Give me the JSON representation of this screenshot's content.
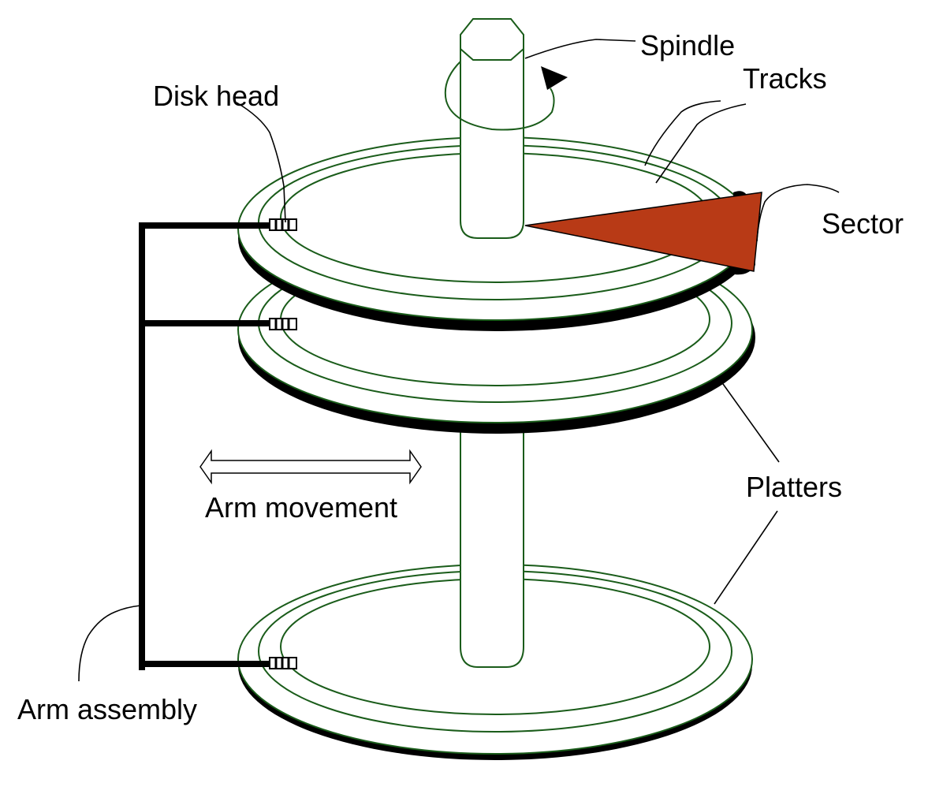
{
  "labels": {
    "spindle": "Spindle",
    "tracks": "Tracks",
    "disk_head": "Disk head",
    "sector": "Sector",
    "arm_movement": "Arm movement",
    "platters": "Platters",
    "arm_assembly": "Arm assembly"
  },
  "colors": {
    "platter_outline": "#1a5c1a",
    "sector_fill": "#b83a16",
    "arm": "#000000",
    "background": "#ffffff"
  }
}
